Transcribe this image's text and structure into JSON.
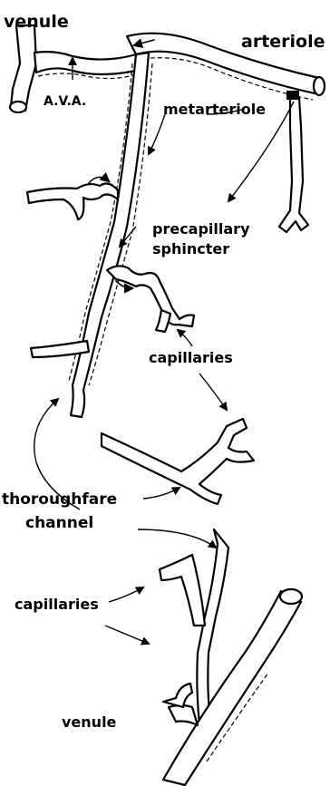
{
  "labels": {
    "venule_top": "venule",
    "arteriole": "arteriole",
    "ava": "A.V.A.",
    "metarteriole": "metarteriole",
    "precapillary_1": "precapillary",
    "precapillary_2": "sphincter",
    "capillaries_top": "capillaries",
    "thoroughfare_1": "thoroughfare",
    "thoroughfare_2": "channel",
    "capillaries_bottom": "capillaries",
    "venule_bottom": "venule"
  }
}
